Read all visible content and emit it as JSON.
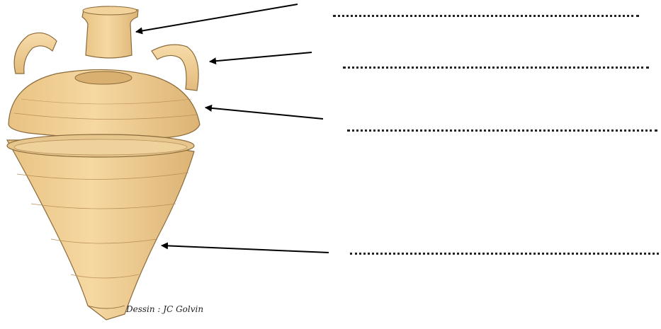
{
  "credit": "Dessin : JC Golvin",
  "parts": [
    {
      "label": "",
      "icon": "amphora-neck"
    },
    {
      "label": "",
      "icon": "amphora-handles"
    },
    {
      "label": "",
      "icon": "amphora-shoulder"
    },
    {
      "label": "",
      "icon": "amphora-body"
    }
  ],
  "colors": {
    "clay": "#f0cf95",
    "clay_dark": "#d9b070",
    "line": "#8a6a3a",
    "ink": "#000000"
  }
}
